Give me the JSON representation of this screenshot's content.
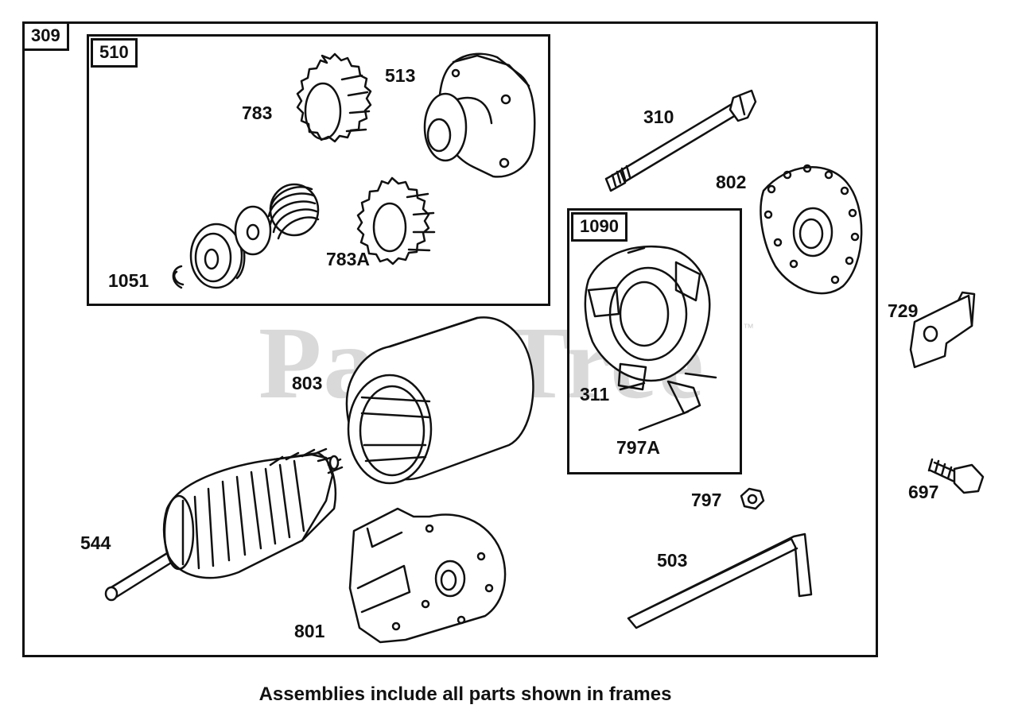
{
  "watermark": "PartsTree",
  "watermark_tm": "™",
  "caption": "Assemblies include all parts shown in frames",
  "frames": {
    "main": "309",
    "gear_assembly": "510",
    "brush_assembly": "1090"
  },
  "parts": {
    "p1051": "1051",
    "p783": "783",
    "p513": "513",
    "p783A": "783A",
    "p310": "310",
    "p802": "802",
    "p729": "729",
    "p803": "803",
    "p311": "311",
    "p797A": "797A",
    "p797": "797",
    "p697": "697",
    "p544": "544",
    "p503": "503",
    "p801": "801"
  }
}
